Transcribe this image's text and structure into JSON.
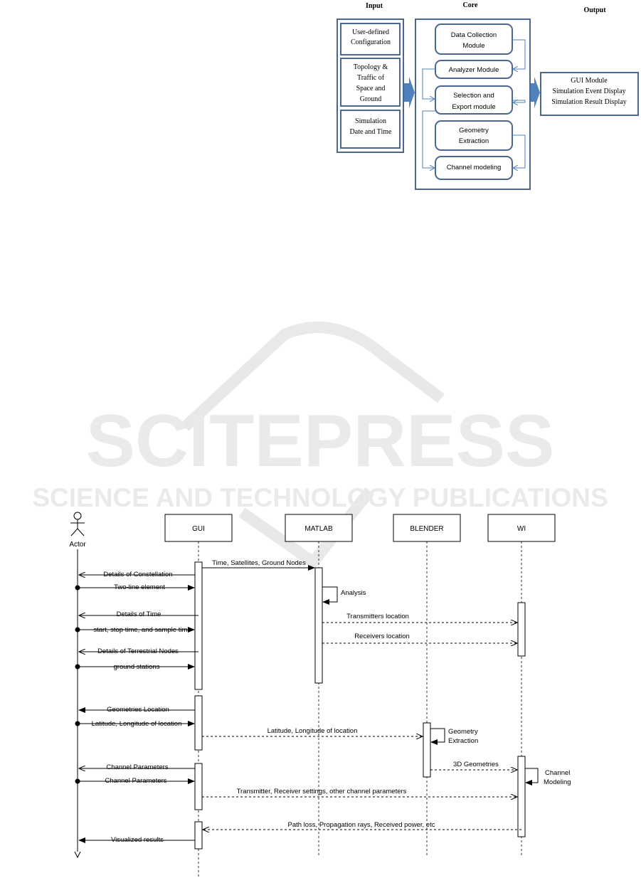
{
  "architecture": {
    "headers": {
      "input": "Input",
      "core": "Core",
      "output": "Output"
    },
    "input_items": [
      [
        "User-defined",
        "Configuration"
      ],
      [
        "Topology &",
        "Traffic of",
        "Space and",
        "Ground"
      ],
      [
        "Simulation",
        "Date and Time"
      ]
    ],
    "core_modules": [
      [
        "Data Collection",
        "Module"
      ],
      [
        "Analyzer Module"
      ],
      [
        "Selection and",
        "Export module"
      ],
      [
        "Geometry",
        "Extraction"
      ],
      [
        "Channel modeling"
      ]
    ],
    "output_lines": [
      "GUI Module",
      "Simulation Event Display",
      "Simulation Result Display"
    ]
  },
  "watermark": {
    "title": "SCITEPRESS",
    "subtitle": "SCIENCE AND TECHNOLOGY PUBLICATIONS"
  },
  "sequence": {
    "actor": "Actor",
    "participants": [
      "GUI",
      "MATLAB",
      "BLENDER",
      "WI"
    ],
    "messages": {
      "time_sat": "Time, Satellites, Ground Nodes",
      "details_constellation": "Details of Constellation",
      "two_line": "Two-line element",
      "analysis": "Analysis",
      "details_time": "Details of Time",
      "tx_location": "Transmitters location",
      "start_stop": "start, stop time, and sample time",
      "rx_location": "Receivers location",
      "details_terrestrial": "Details of Terrestrial Nodes",
      "ground_stations": "ground stations",
      "geometries_location": "Geometries Location",
      "lat_long_1": "Latitude, Longitude of location",
      "lat_long_2": "Latitude, Longitude of location",
      "geometry_extraction_1": "Geometry",
      "geometry_extraction_2": "Extraction",
      "three_d": "3D Geometries",
      "channel_params_1": "Channel Parameters",
      "channel_modeling_1": "Channel",
      "channel_modeling_2": "Modeling",
      "channel_params_2": "Channel Parameters",
      "tx_rx_settings": "Transmitter, Receiver settings, other channel parameters",
      "path_loss": "Path loss, Propagation rays, Received power, etc",
      "visualized": "Visualized results"
    }
  }
}
